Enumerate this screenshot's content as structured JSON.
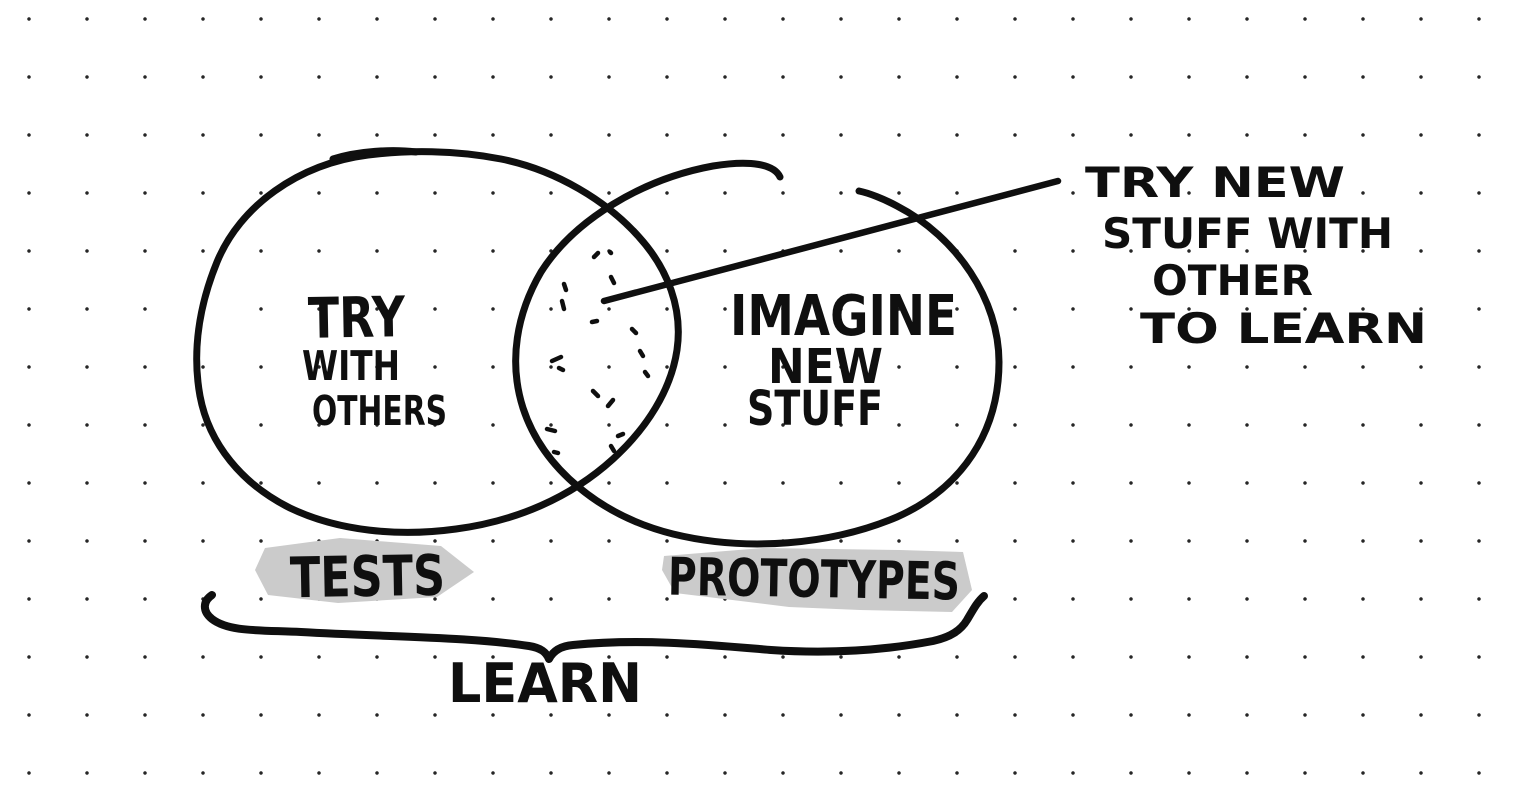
{
  "diagram": {
    "left_circle": {
      "lines": [
        "TRY",
        "WITH",
        "OTHERS"
      ],
      "tag": "TESTS"
    },
    "right_circle": {
      "lines": [
        "IMAGINE",
        "NEW",
        "STUFF"
      ],
      "tag": "PROTOTYPES"
    },
    "callout": {
      "lines": [
        "TRY NEW",
        "STUFF WITH",
        "OTHER",
        "TO LEARN"
      ]
    },
    "brace_label": "LEARN"
  },
  "colors": {
    "ink": "#0f0f0f",
    "highlight": "#cbcbcb",
    "grid_dot": "#262626",
    "background": "#ffffff"
  }
}
